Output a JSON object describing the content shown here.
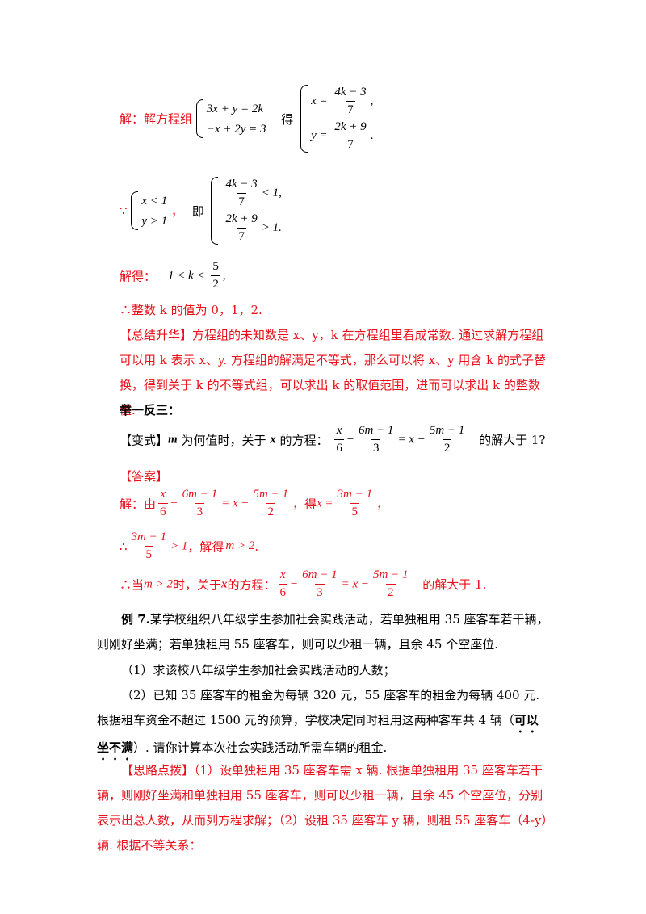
{
  "step1": {
    "label": "解：解方程组",
    "sys_a": [
      "3x + y = 2k",
      "−x + 2y = 3"
    ],
    "de": "得",
    "x_eq": "x =",
    "x_num": "4k − 3",
    "x_den": "7",
    "x_tail": ",",
    "y_eq": "y =",
    "y_num": "2k + 9",
    "y_den": "7",
    "y_tail": "."
  },
  "step2": {
    "because": "∵",
    "cond": [
      "x < 1",
      "y > 1"
    ],
    "comma": "，",
    "ji": "即",
    "i1_num": "4k − 3",
    "i1_den": "7",
    "i1_tail": "< 1,",
    "i2_num": "2k + 9",
    "i2_den": "7",
    "i2_tail": "> 1."
  },
  "step3": {
    "label": "解得：",
    "ineq": "−1 < k <",
    "num": "5",
    "den": "2",
    "tail": ","
  },
  "conclusion": "∴整数 k 的值为 0，1，2.",
  "summary": {
    "tag": "【总结升华】",
    "text": "方程组的未知数是 x、y，k 在方程组里看成常数. 通过求解方程组可以用 k 表示 x、y. 方程组的解满足不等式，那么可以将 x、y 用含 k 的式子替换，得到关于 k 的不等式组，可以求出 k 的取值范围，进而可以求出 k 的整数值."
  },
  "practice_title": "举一反三：",
  "variant": {
    "tag": "【变式】",
    "m": "m",
    "text1": "为何值时，关于",
    "x": "x",
    "text2": "的方程：",
    "f1_num": "x",
    "f1_den": "6",
    "minus": "−",
    "f2_num": "6m − 1",
    "f2_den": "3",
    "eq": "= x −",
    "f3_num": "5m − 1",
    "f3_den": "2",
    "tail": "的解大于 1?"
  },
  "answer_tag": "【答案】",
  "ans1": {
    "lead": "解：由",
    "f1_num": "x",
    "f1_den": "6",
    "minus": "−",
    "f2_num": "6m − 1",
    "f2_den": "3",
    "eq": "= x −",
    "f3_num": "5m − 1",
    "f3_den": "2",
    "mid": "，得",
    "xeq": "x =",
    "f4_num": "3m − 1",
    "f4_den": "5",
    "tail": "，"
  },
  "ans2": {
    "lead": "∴",
    "num": "3m − 1",
    "den": "5",
    "ineq": "> 1",
    "mid": "，解得",
    "res": "m > 2",
    "tail": "."
  },
  "ans3": {
    "lead": "∴当",
    "cond": "m > 2",
    "text1": "时，关于",
    "x": "x",
    "text2": "的方程：",
    "f1_num": "x",
    "f1_den": "6",
    "minus": "−",
    "f2_num": "6m − 1",
    "f2_den": "3",
    "eq": "= x −",
    "f3_num": "5m − 1",
    "f3_den": "2",
    "tail": "的解大于 1."
  },
  "example7": {
    "label": "例 7.",
    "text": "某学校组织八年级学生参加社会实践活动，若单独租用 35 座客车若干辆，则刚好坐满；若单独租用 55 座客车，则可以少租一辆，且余 45 个空座位.",
    "q1": "（1）求该校八年级学生参加社会实践活动的人数；",
    "q2_a": "（2）已知 35 座客车的租金为每辆 320 元，55 座客车的租金为每辆 400 元. 根据租车资金不超过 1500 元的预算，学校决定同时租用这两种客车共 4 辆（",
    "q2_emph": "可以坐不满",
    "q2_b": "）. 请你计算本次社会实践活动所需车辆的租金."
  },
  "hint": {
    "tag": "【思路点拨】",
    "text": "（1）设单独租用 35 座客车需 x 辆. 根据单独租用 35 座客车若干辆，则刚好坐满和单独租用 55 座客车，则可以少租一辆，且余 45 个空座位，分别表示出总人数，从而列方程求解；（2）设租 35 座客车 y 辆，则租 55 座客车（4-y）辆. 根据不等关系："
  }
}
